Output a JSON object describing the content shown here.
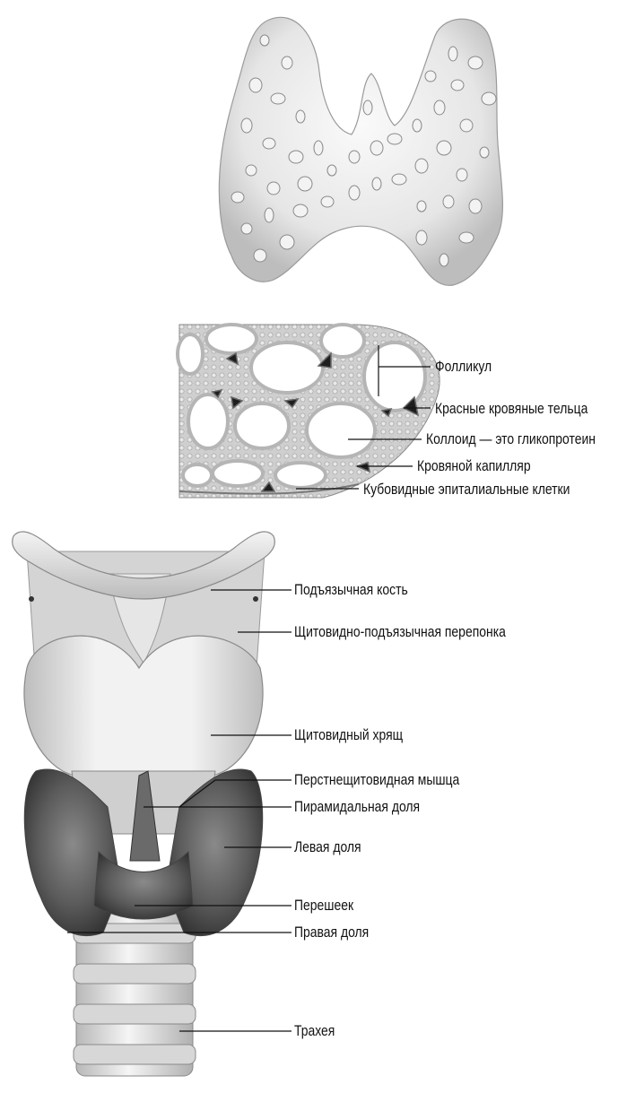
{
  "histology_labels": {
    "follicle": "Фолликул",
    "red_blood_cells": "Красные кровяные тельца",
    "colloid": "Коллоид — это гликопротеин",
    "blood_capillary": "Кровяной капилляр",
    "cuboidal_cells": "Кубовидные эпиталиальные клетки"
  },
  "anatomy_labels": {
    "hyoid_bone": "Подъязычная кость",
    "thyrohyoid_membrane": "Щитовидно-подъязычная перепонка",
    "thyroid_cartilage": "Щитовидный хрящ",
    "cricothyroid_muscle": "Перстнещитовидная мышца",
    "pyramidal_lobe": "Пирамидальная доля",
    "left_lobe": "Левая доля",
    "isthmus": "Перешеек",
    "right_lobe": "Правая доля",
    "trachea": "Трахея"
  },
  "colors": {
    "line": "#111111",
    "gland_light": "#e8e8e8",
    "gland_dark": "#5a5a5a",
    "cartilage": "#d9d9d9",
    "cell": "#cfcfcf",
    "blood": "#222222"
  }
}
